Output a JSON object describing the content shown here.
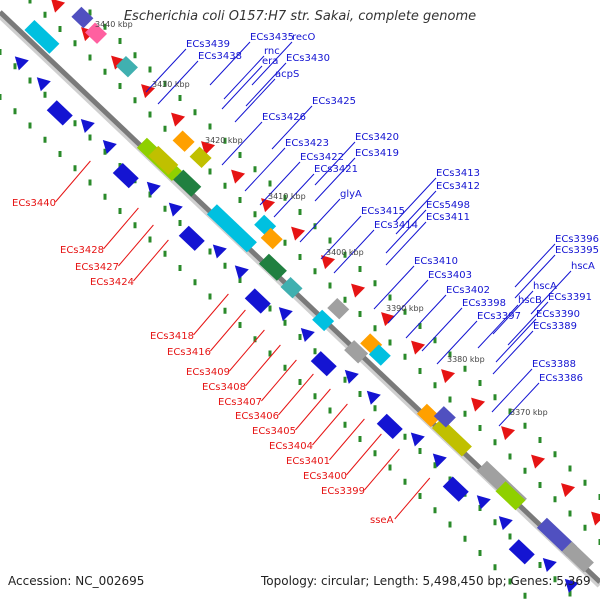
{
  "title": "Escherichia coli O157:H7 str. Sakai, complete genome",
  "footer": {
    "accession": "Accession: NC_002695",
    "topology": "Topology: circular; Length: 5,498,450 bp; Genes: 5,369"
  },
  "scale_ticks": [
    "3440 kbp",
    "3430 kbp",
    "3420 kbp",
    "3410 kbp",
    "3400 kbp",
    "3390 kbp",
    "3380 kbp",
    "3370 kbp"
  ],
  "forward_labels": [
    "ECs3439",
    "ECs3438",
    "ECs3435",
    "recO",
    "rnc",
    "era",
    "ECs3430",
    "acpS",
    "ECs3425",
    "ECs3426",
    "ECs3423",
    "ECs3420",
    "ECs3422",
    "ECs3419",
    "ECs3421",
    "glyA",
    "ECs3415",
    "ECs3414",
    "ECs3413",
    "ECs3412",
    "ECs5498",
    "ECs3411",
    "ECs3410",
    "ECs3403",
    "ECs3402",
    "ECs3398",
    "ECs3397",
    "ECs3396",
    "ECs3395",
    "hscA",
    "hscB",
    "ECs3391",
    "hscA",
    "ECs3390",
    "ECs3389",
    "ECs3388",
    "ECs3386"
  ],
  "reverse_labels": [
    "ECs3440",
    "ECs3428",
    "ECs3427",
    "ECs3424",
    "ECs3418",
    "ECs3416",
    "ECs3409",
    "ECs3408",
    "ECs3407",
    "ECs3406",
    "ECs3405",
    "ECs3404",
    "ECs3401",
    "ECs3400",
    "ECs3399",
    "sseA"
  ],
  "colors": {
    "forward": "#1414d2",
    "reverse": "#e61414",
    "backbone": "#7a7a7a",
    "tick_dots": "#2a8a2a"
  }
}
